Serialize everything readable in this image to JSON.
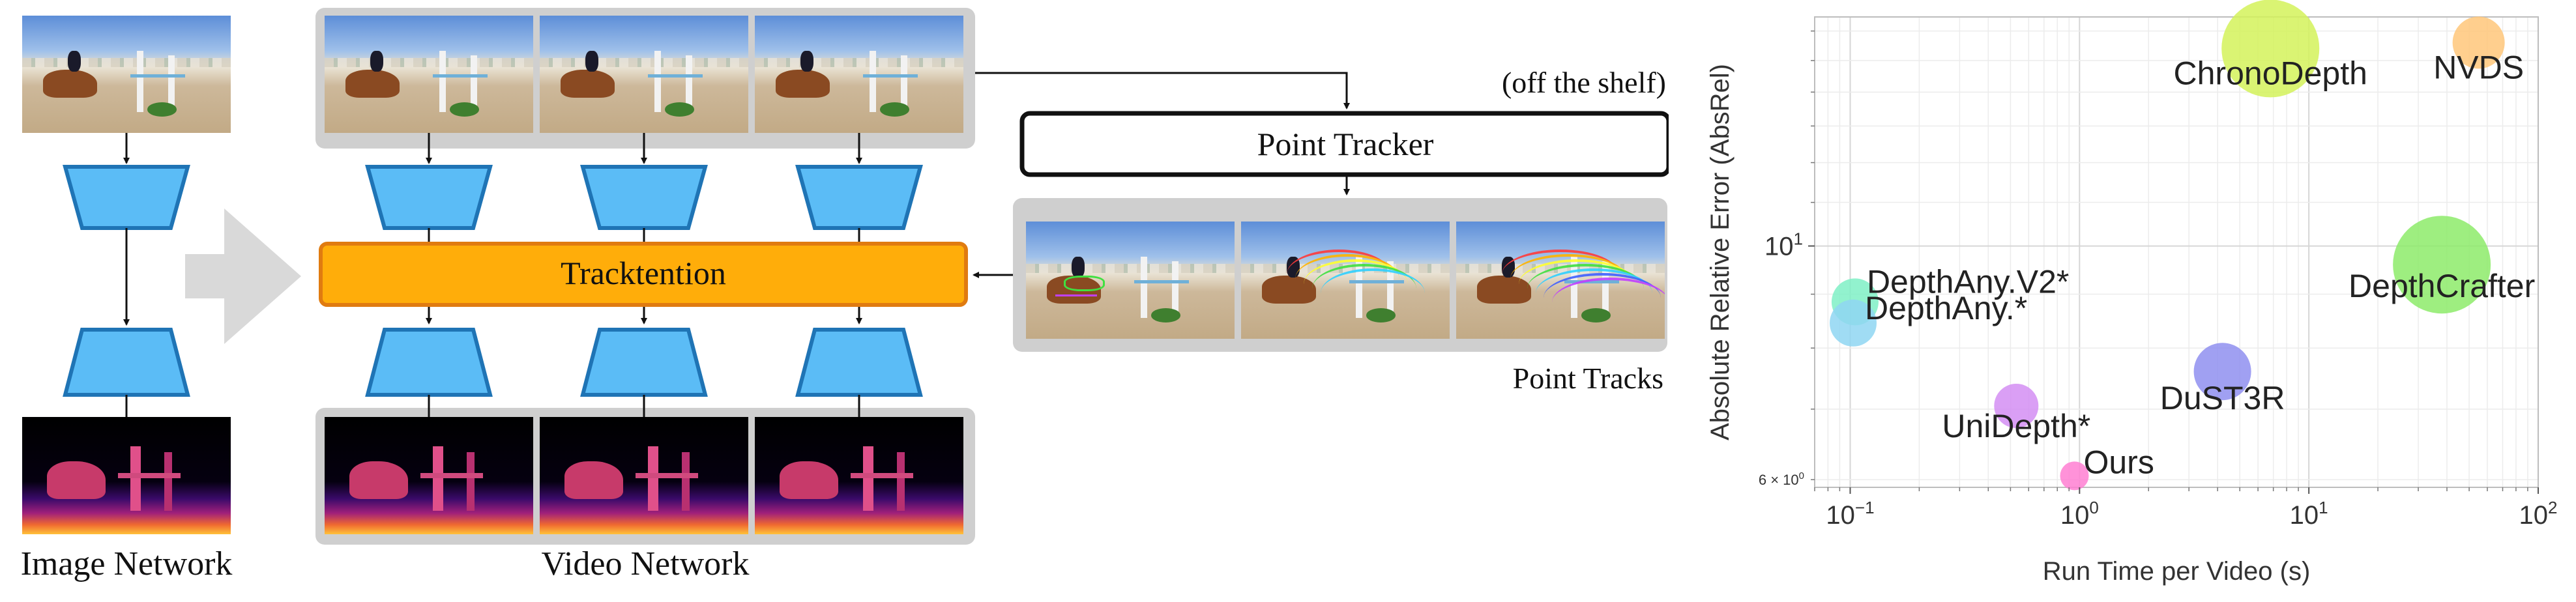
{
  "diagram": {
    "image_network_label": "Image Network",
    "video_network_label": "Video Network",
    "off_the_shelf_label": "(off the shelf)",
    "point_tracker_label": "Point Tracker",
    "tracktention_label": "Tracktention",
    "point_tracks_label": "Point Tracks"
  },
  "colors": {
    "encoder_fill": "#5bbcf6",
    "encoder_stroke": "#1f74b5",
    "tracktention_fill": "#ffad0a",
    "tracktention_stroke": "#e07b10",
    "panel_grey": "#cfcfcf",
    "big_arrow": "#d9d9d9"
  },
  "chart_data": {
    "type": "scatter",
    "xlabel": "Run Time per Video (s)",
    "ylabel": "Absolute Relative Error (AbsRel)",
    "xscale": "log",
    "yscale": "log",
    "xlim": [
      0.07,
      100
    ],
    "ylim": [
      5.9,
      16.5
    ],
    "grid": true,
    "x_ticks": [
      "10^-1",
      "10^0",
      "10^1",
      "10^2"
    ],
    "y_ticks": [
      "10^1",
      "6 × 10^0"
    ],
    "points": [
      {
        "name": "ChronoDepth",
        "x": 6.8,
        "y": 15.4,
        "size": 75,
        "color": "#d4f25a"
      },
      {
        "name": "NVDS",
        "x": 55,
        "y": 15.6,
        "size": 40,
        "color": "#ffc77a"
      },
      {
        "name": "DepthCrafter",
        "x": 38,
        "y": 9.6,
        "size": 75,
        "color": "#8deb6a"
      },
      {
        "name": "DepthAny.V2*",
        "x": 0.105,
        "y": 8.85,
        "size": 36,
        "color": "#7ff0c6"
      },
      {
        "name": "DepthAny.*",
        "x": 0.103,
        "y": 8.45,
        "size": 36,
        "color": "#8fd6f2"
      },
      {
        "name": "DuST3R",
        "x": 4.2,
        "y": 7.6,
        "size": 44,
        "color": "#8f8ff0"
      },
      {
        "name": "UniDepth*",
        "x": 0.53,
        "y": 7.05,
        "size": 34,
        "color": "#d48ef3"
      },
      {
        "name": "Ours",
        "x": 0.95,
        "y": 6.05,
        "size": 22,
        "color": "#ff7fd2"
      }
    ]
  }
}
